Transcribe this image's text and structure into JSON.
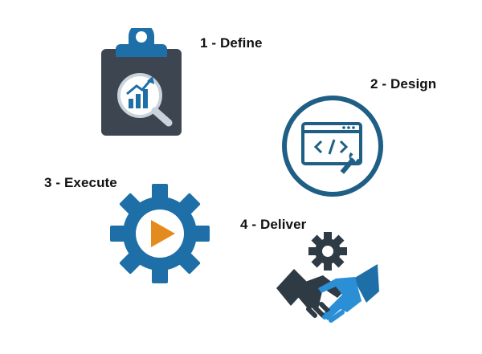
{
  "steps": [
    {
      "label": "1 - Define",
      "icon": "clipboard-analytics-icon"
    },
    {
      "label": "2 - Design",
      "icon": "code-window-wrench-icon"
    },
    {
      "label": "3 - Execute",
      "icon": "gear-play-icon"
    },
    {
      "label": "4 - Deliver",
      "icon": "handshake-gear-icon"
    }
  ],
  "colors": {
    "dark_slate": "#3d4650",
    "blue": "#1e6fa8",
    "light_blue": "#2b8fd6",
    "orange": "#e38b1c",
    "text": "#111111",
    "background": "#ffffff"
  }
}
